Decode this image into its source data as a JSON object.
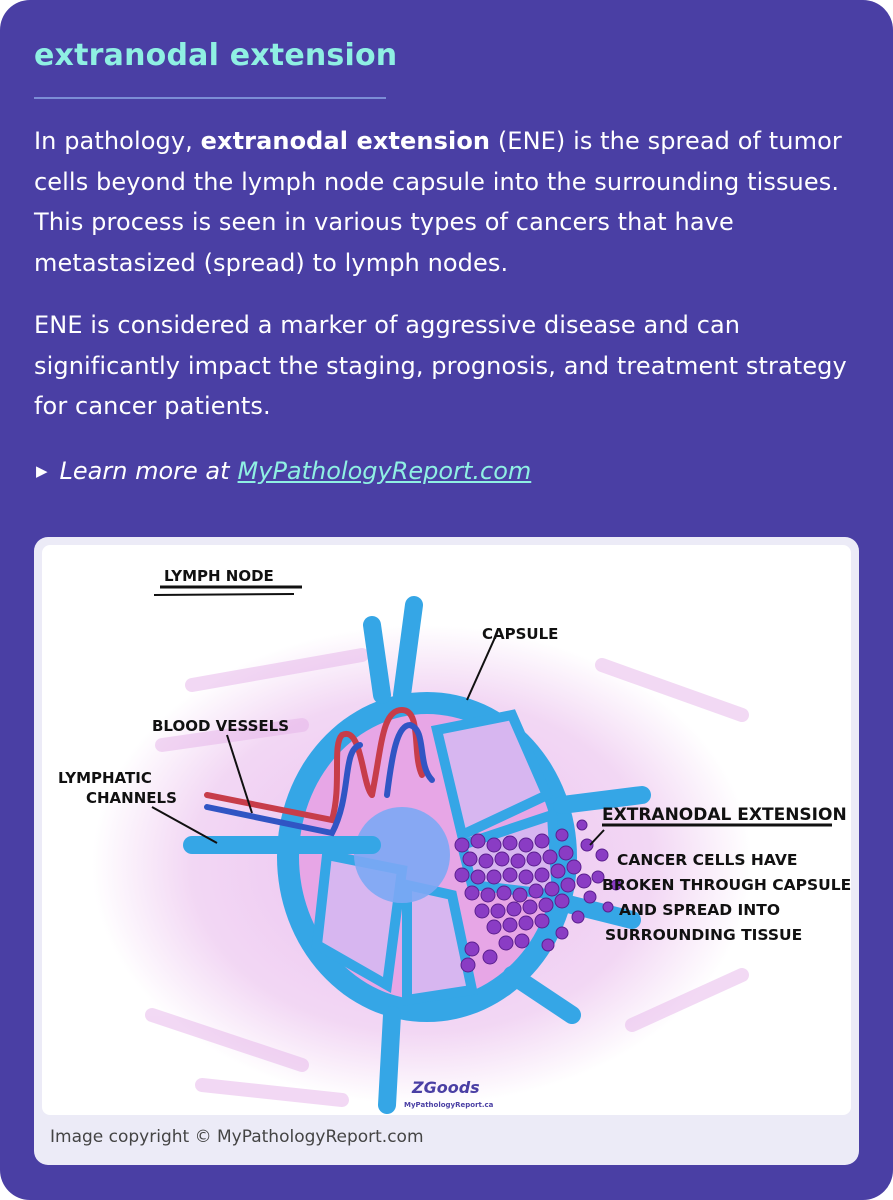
{
  "card": {
    "title": "extranodal extension",
    "p1": {
      "pre": "In pathology, ",
      "bold": "extranodal extension",
      "post": " (ENE) is the spread of tumor cells beyond the lymph node capsule into the surrounding tissues. This process is seen in various types of cancers that have metastasized (spread) to lymph nodes."
    },
    "p2": "ENE is considered a marker of aggressive disease and can significantly impact the staging, prognosis, and treatment strategy for cancer patients.",
    "learn": {
      "prefix": "Learn more at",
      "link": "MyPathologyReport.com"
    }
  },
  "figure": {
    "labels": {
      "title": "LYMPH NODE",
      "capsule": "CAPSULE",
      "blood": "BLOOD VESSELS",
      "lymph1": "LYMPHATIC",
      "lymph2": "CHANNELS",
      "ene": "EXTRANODAL EXTENSION",
      "note1": "CANCER CELLS HAVE",
      "note2": "BROKEN THROUGH CAPSULE",
      "note3": "AND SPREAD INTO",
      "note4": "SURROUNDING TISSUE"
    },
    "signature": "ZGoods",
    "signature_sub": "MyPathologyReport.ca",
    "caption": "Image copyright © MyPathologyReport.com"
  },
  "colors": {
    "card_bg": "#4a3fa4",
    "title": "#8ff0e3",
    "capsule_blue": "#35a6e6",
    "tissue_pink": "#f0c4ef",
    "cell_purple": "#8a3cc4"
  }
}
